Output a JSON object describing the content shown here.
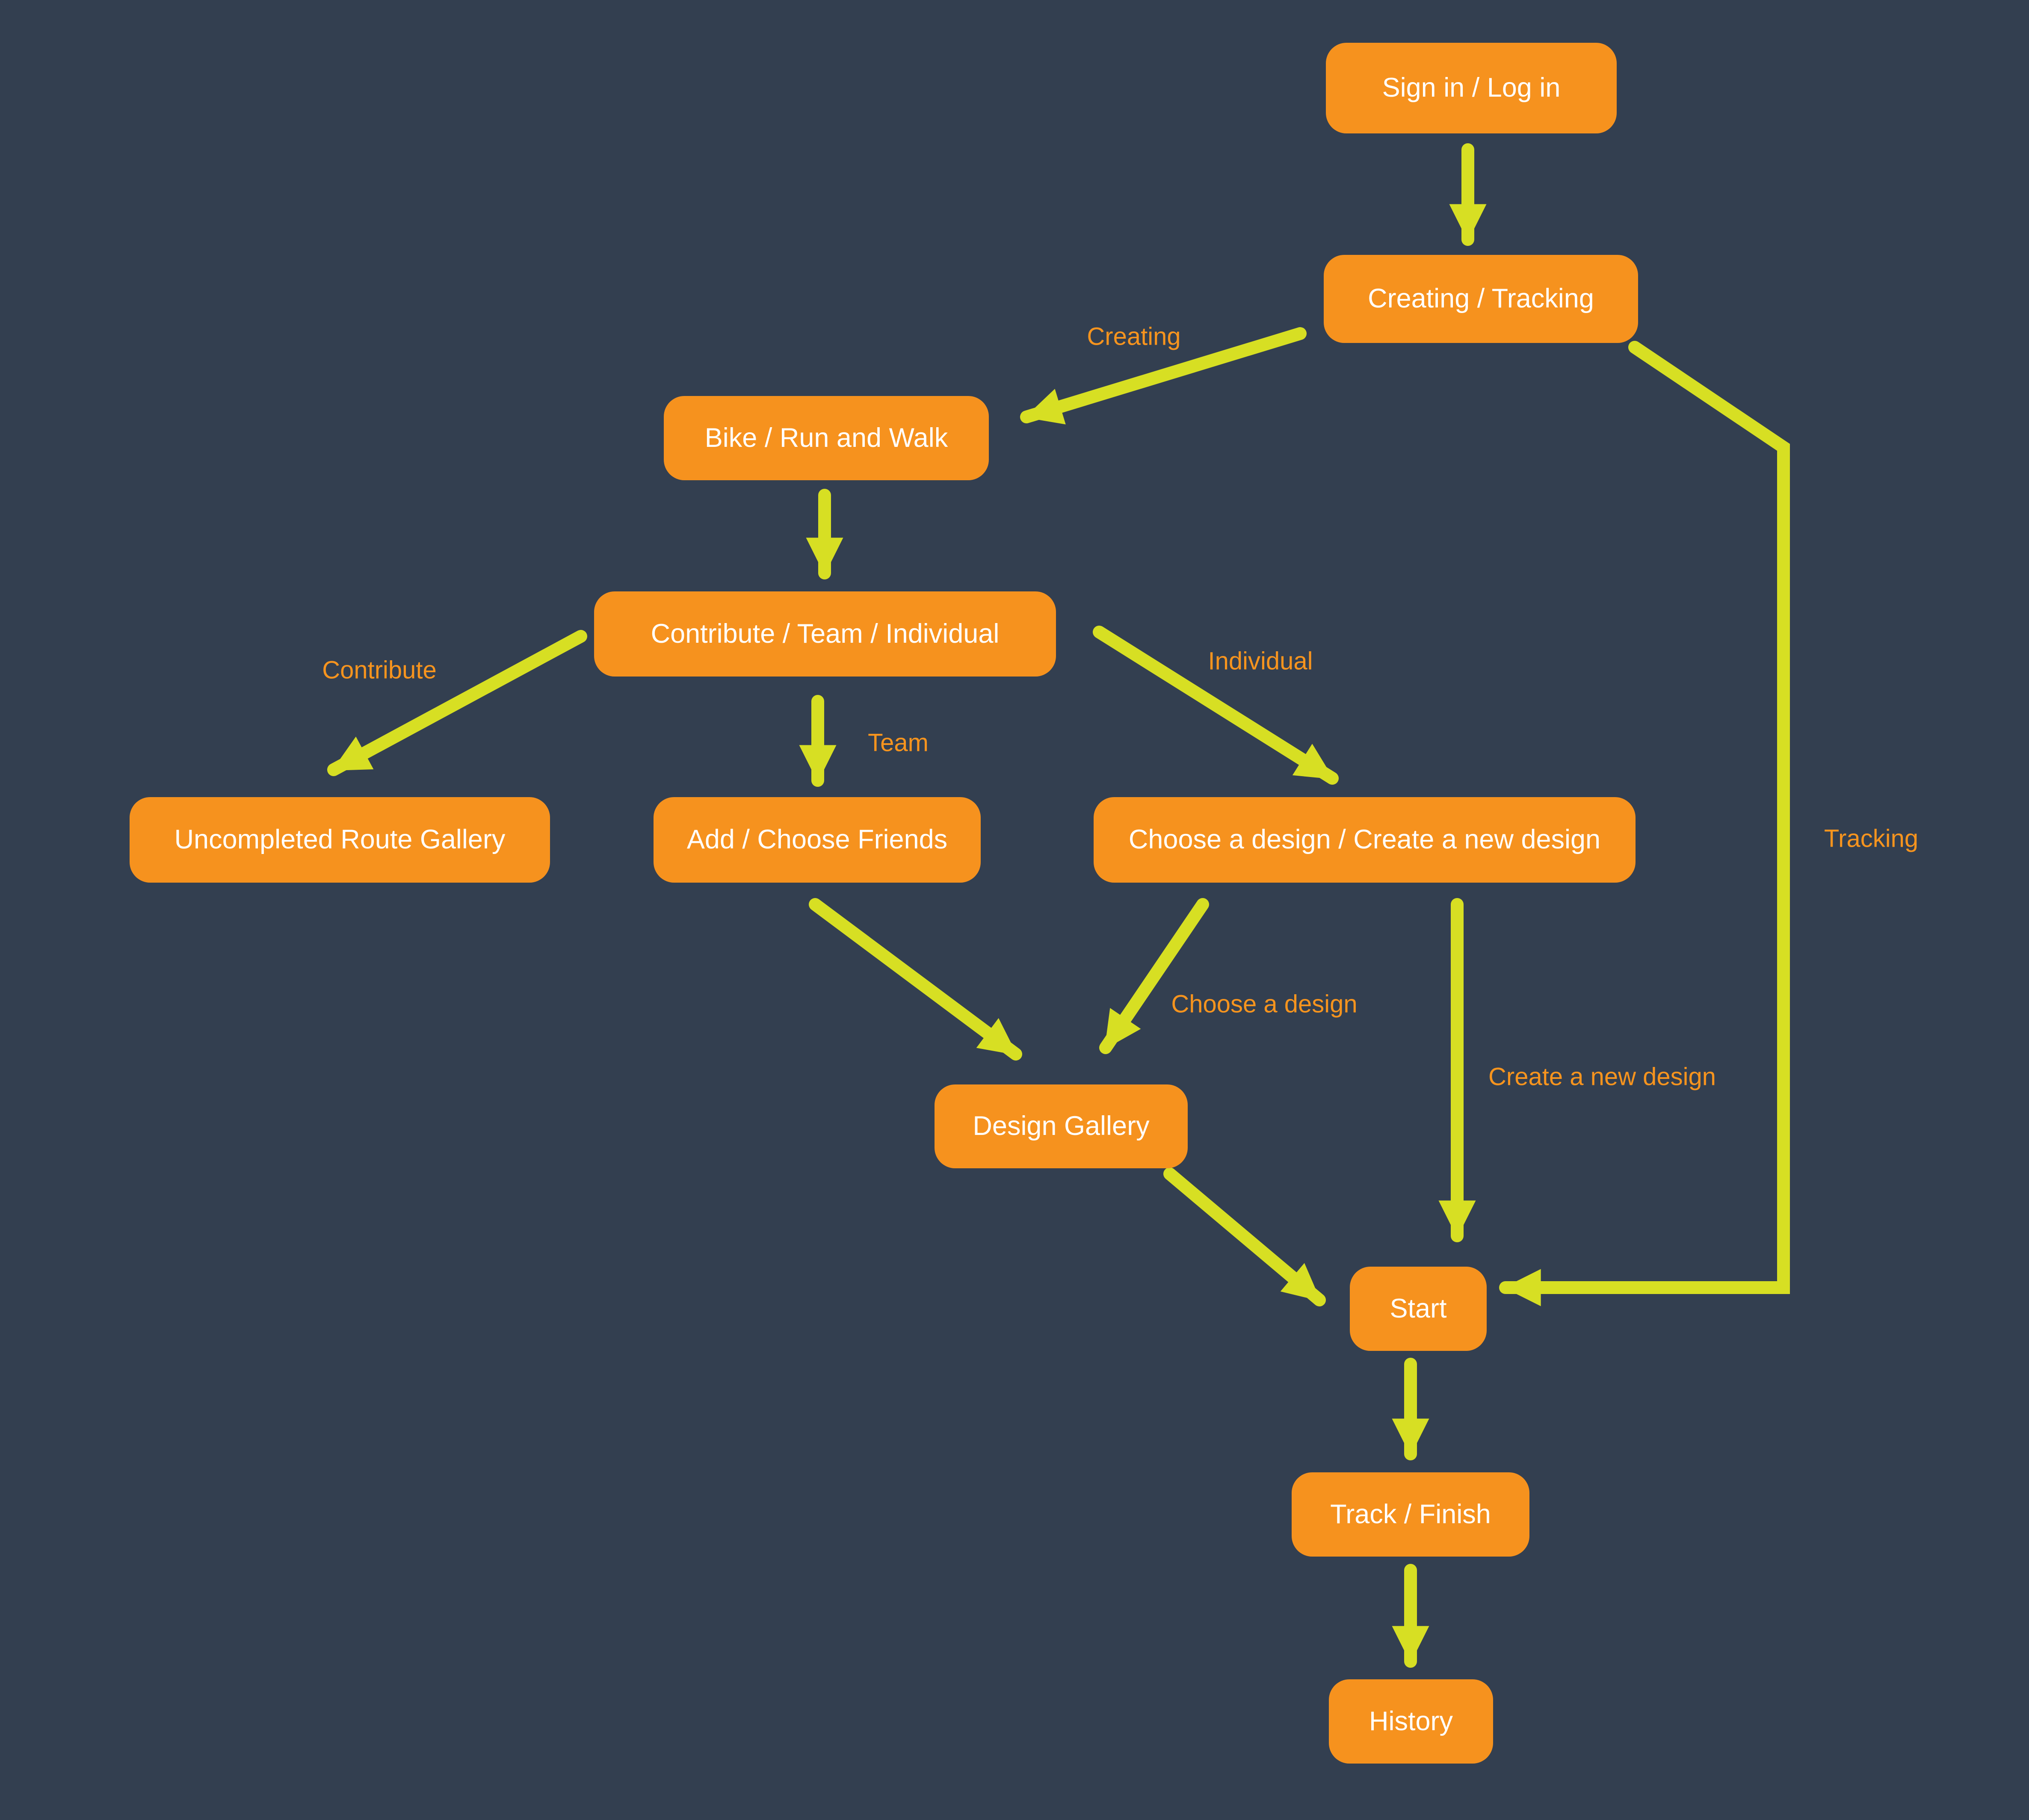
{
  "diagram": {
    "type": "flowchart",
    "colors": {
      "background": "#333F50",
      "node_fill": "#F6921E",
      "node_text": "#FFFFFF",
      "arrow": "#D7DF23",
      "edge_label": "#F7941E"
    },
    "nodes": [
      {
        "id": "sign-in",
        "label": "Sign in / Log in"
      },
      {
        "id": "creating-tracking",
        "label": "Creating / Tracking"
      },
      {
        "id": "bike-run-walk",
        "label": "Bike / Run and Walk"
      },
      {
        "id": "contribute-team-individual",
        "label": "Contribute / Team / Individual"
      },
      {
        "id": "uncompleted-route-gallery",
        "label": "Uncompleted Route Gallery"
      },
      {
        "id": "add-choose-friends",
        "label": "Add / Choose Friends"
      },
      {
        "id": "choose-create-design",
        "label": "Choose a design / Create a new design"
      },
      {
        "id": "design-gallery",
        "label": "Design Gallery"
      },
      {
        "id": "start",
        "label": "Start"
      },
      {
        "id": "track-finish",
        "label": "Track / Finish"
      },
      {
        "id": "history",
        "label": "History"
      }
    ],
    "edge_labels": [
      {
        "id": "creating",
        "label": "Creating"
      },
      {
        "id": "contribute",
        "label": "Contribute"
      },
      {
        "id": "team",
        "label": "Team"
      },
      {
        "id": "individual",
        "label": "Individual"
      },
      {
        "id": "choose-a-design",
        "label": "Choose a design"
      },
      {
        "id": "create-a-new-design",
        "label": "Create a new design"
      },
      {
        "id": "tracking",
        "label": "Tracking"
      }
    ],
    "edges": [
      {
        "from": "sign-in",
        "to": "creating-tracking",
        "label": ""
      },
      {
        "from": "creating-tracking",
        "to": "bike-run-walk",
        "label": "Creating"
      },
      {
        "from": "creating-tracking",
        "to": "start",
        "label": "Tracking"
      },
      {
        "from": "bike-run-walk",
        "to": "contribute-team-individual",
        "label": ""
      },
      {
        "from": "contribute-team-individual",
        "to": "uncompleted-route-gallery",
        "label": "Contribute"
      },
      {
        "from": "contribute-team-individual",
        "to": "add-choose-friends",
        "label": "Team"
      },
      {
        "from": "contribute-team-individual",
        "to": "choose-create-design",
        "label": "Individual"
      },
      {
        "from": "add-choose-friends",
        "to": "design-gallery",
        "label": ""
      },
      {
        "from": "choose-create-design",
        "to": "design-gallery",
        "label": "Choose a design"
      },
      {
        "from": "choose-create-design",
        "to": "start",
        "label": "Create a new design"
      },
      {
        "from": "design-gallery",
        "to": "start",
        "label": ""
      },
      {
        "from": "start",
        "to": "track-finish",
        "label": ""
      },
      {
        "from": "track-finish",
        "to": "history",
        "label": ""
      }
    ]
  }
}
